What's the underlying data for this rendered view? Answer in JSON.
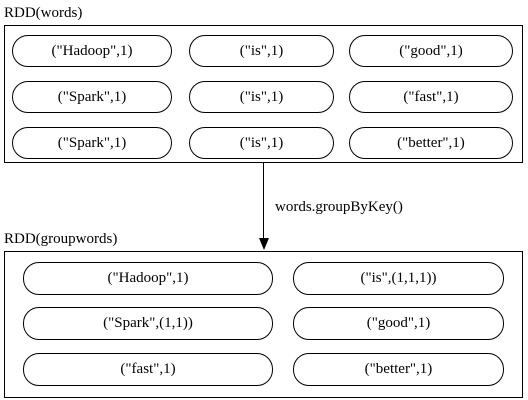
{
  "words_rdd": {
    "title": "RDD(words)",
    "items": [
      "(\"Hadoop\",1)",
      "(\"is\",1)",
      "(\"good\",1)",
      "(\"Spark\",1)",
      "(\"is\",1)",
      "(\"fast\",1)",
      "(\"Spark\",1)",
      "(\"is\",1)",
      "(\"better\",1)"
    ]
  },
  "operation": {
    "label": "words.groupByKey()"
  },
  "groupwords_rdd": {
    "title": "RDD(groupwords)",
    "items": [
      "(\"Hadoop\",1)",
      "(\"is\",(1,1,1))",
      "(\"Spark\",(1,1))",
      "(\"good\",1)",
      "(\"fast\",1)",
      "(\"better\",1)"
    ]
  }
}
